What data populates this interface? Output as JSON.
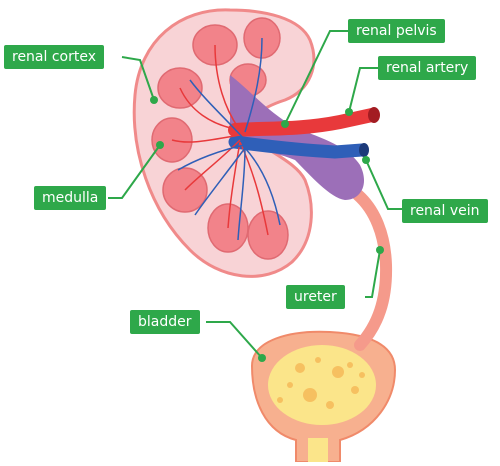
{
  "labels": {
    "renal_cortex": "renal cortex",
    "renal_pelvis": "renal pelvis",
    "renal_artery": "renal artery",
    "medulla": "medulla",
    "renal_vein": "renal vein",
    "ureter": "ureter",
    "bladder": "bladder"
  },
  "stock_id": "531050978",
  "colors": {
    "label_bg": "#2ea84a",
    "cortex": "#f8d3d6",
    "cortex_outline": "#f08a8a",
    "pyramid": "#f2838a",
    "pelvis": "#9c6fb8",
    "artery": "#e8393b",
    "vein": "#2f5fb8",
    "ureter": "#f59a8b",
    "bladder_wall": "#f7b08f",
    "bladder_inner": "#fbe58a"
  }
}
